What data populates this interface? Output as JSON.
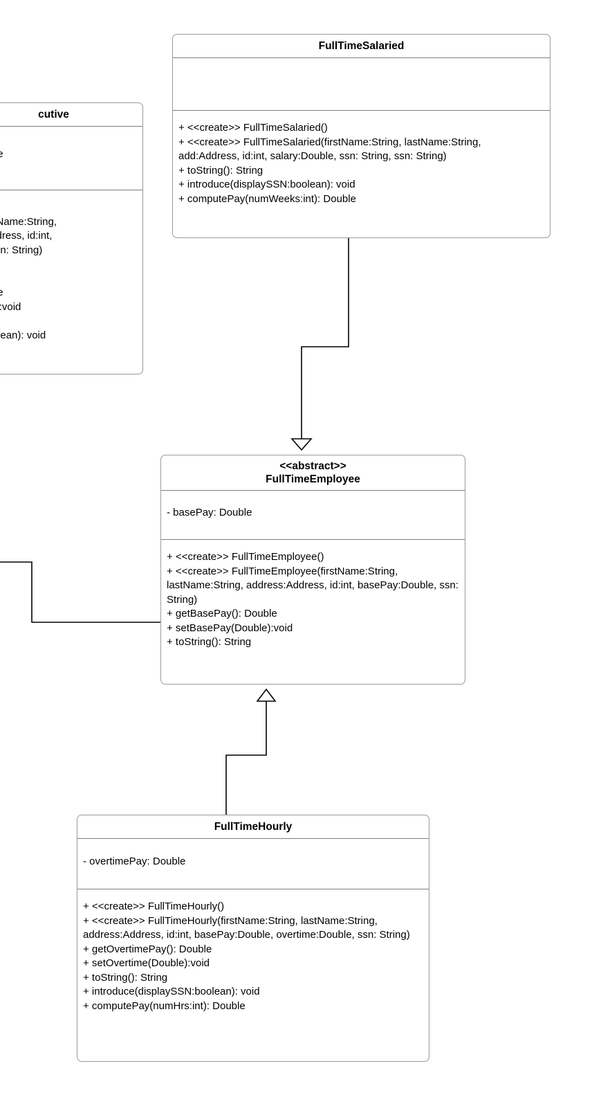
{
  "diagram": {
    "kind": "uml-class-diagram",
    "background_color": "#ffffff",
    "line_color": "#000000",
    "box_border_color": "#9a9a9a"
  },
  "classes": {
    "full_time_salaried": {
      "name": "FullTimeSalaried",
      "stereotype": "",
      "attributes": "",
      "operations": "+ <<create>> FullTimeSalaried()\n+ <<create>> FullTimeSalaried(firstName:String, lastName:String, add:Address, id:int, salary:Double, ssn: String, ssn: String)\n+ toString(): String\n+ introduce(displaySSN:boolean): void\n+ computePay(numWeeks:int): Double"
    },
    "executive": {
      "name": "cutive",
      "stereotype": "",
      "attributes": " Double",
      "operations": "e()\ne(firstName:String,\nss:Address, id:int,\nble, ssn: String)\n\noid\nDouble\nouble):void\n\nN:boolean): void\nle"
    },
    "full_time_employee": {
      "name": "<<abstract>>\nFullTimeEmployee",
      "stereotype": "<<abstract>>",
      "attributes": "- basePay: Double",
      "operations": "+ <<create>> FullTimeEmployee()\n+ <<create>> FullTimeEmployee(firstName:String, lastName:String, address:Address, id:int, basePay:Double, ssn: String)\n+ getBasePay(): Double\n+ setBasePay(Double):void\n+ toString(): String"
    },
    "full_time_hourly": {
      "name": "FullTimeHourly",
      "stereotype": "",
      "attributes": "- overtimePay: Double",
      "operations": "+ <<create>> FullTimeHourly()\n+ <<create>> FullTimeHourly(firstName:String, lastName:String, address:Address, id:int, basePay:Double, overtime:Double, ssn: String)\n+ getOvertimePay(): Double\n+ setOvertime(Double):void\n+ toString(): String\n+ introduce(displaySSN:boolean): void\n+ computePay(numHrs:int): Double"
    }
  },
  "relationships": [
    {
      "name": "salaried-to-employee-generalization",
      "from": "FullTimeSalaried",
      "to": "FullTimeEmployee",
      "type": "generalization",
      "arrow": "hollow-triangle"
    },
    {
      "name": "hourly-to-employee-generalization",
      "from": "FullTimeHourly",
      "to": "FullTimeEmployee",
      "type": "generalization",
      "arrow": "hollow-triangle"
    },
    {
      "name": "executive-to-employee-connector",
      "from": "Executive",
      "to": "FullTimeEmployee",
      "type": "generalization",
      "arrow": "none"
    }
  ]
}
